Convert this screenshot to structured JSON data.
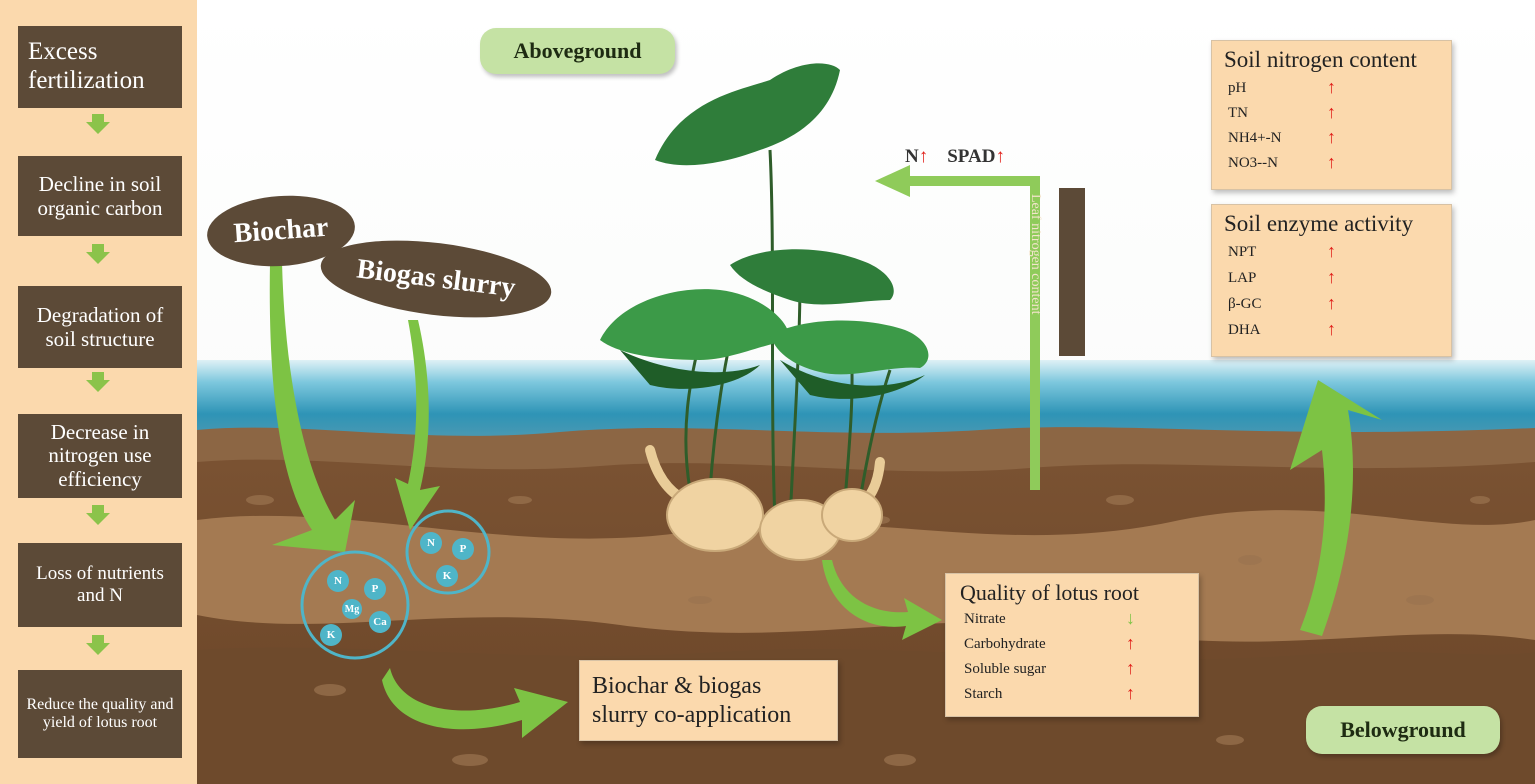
{
  "left_panel": {
    "steps": [
      "Excess fertilization",
      "Decline in soil organic carbon",
      "Degradation of soil structure",
      "Decrease in nitrogen use efficiency",
      "Loss of nutrients and N",
      "Reduce the quality and yield of lotus root"
    ]
  },
  "labels": {
    "aboveground": "Aboveground",
    "belowground": "Belowground",
    "biochar": "Biochar",
    "biogas_slurry": "Biogas slurry",
    "leaf_nitrogen": "Leaf nitrogen content",
    "n_spad": {
      "n": "N",
      "spad": "SPAD",
      "up": "↑"
    }
  },
  "nutrient_circles": {
    "small": [
      "N",
      "P",
      "K"
    ],
    "large": [
      "N",
      "P",
      "Mg",
      "K",
      "Ca"
    ]
  },
  "coapplication": {
    "line1": "Biochar & biogas",
    "line2": "slurry co-application"
  },
  "soil_nitrogen": {
    "title": "Soil nitrogen content",
    "rows": [
      {
        "label": "pH",
        "trend": "↑"
      },
      {
        "label": "TN",
        "trend": "↑"
      },
      {
        "label": "NH4+-N",
        "trend": "↑"
      },
      {
        "label": "NO3--N",
        "trend": "↑"
      }
    ]
  },
  "soil_enzyme": {
    "title": "Soil enzyme activity",
    "rows": [
      {
        "label": "NPT",
        "trend": "↑"
      },
      {
        "label": "LAP",
        "trend": "↑"
      },
      {
        "label": "β-GC",
        "trend": "↑"
      },
      {
        "label": "DHA",
        "trend": "↑"
      }
    ]
  },
  "lotus_quality": {
    "title": "Quality of lotus root",
    "rows": [
      {
        "label": "Nitrate",
        "trend": "↓"
      },
      {
        "label": "Carbohydrate",
        "trend": "↑"
      },
      {
        "label": "Soluble sugar",
        "trend": "↑"
      },
      {
        "label": "Starch",
        "trend": "↑"
      }
    ]
  },
  "colors": {
    "panel_bg": "#fbd9ad",
    "dark_box": "#5c4a37",
    "arrow_green": "#7dc344",
    "pill_green": "#c5e2a4",
    "water": "#3a9fbe",
    "soil_dark": "#6e4a2c",
    "soil_light": "#a47a52",
    "increase": "#e1201a",
    "decrease": "#7dc344"
  }
}
